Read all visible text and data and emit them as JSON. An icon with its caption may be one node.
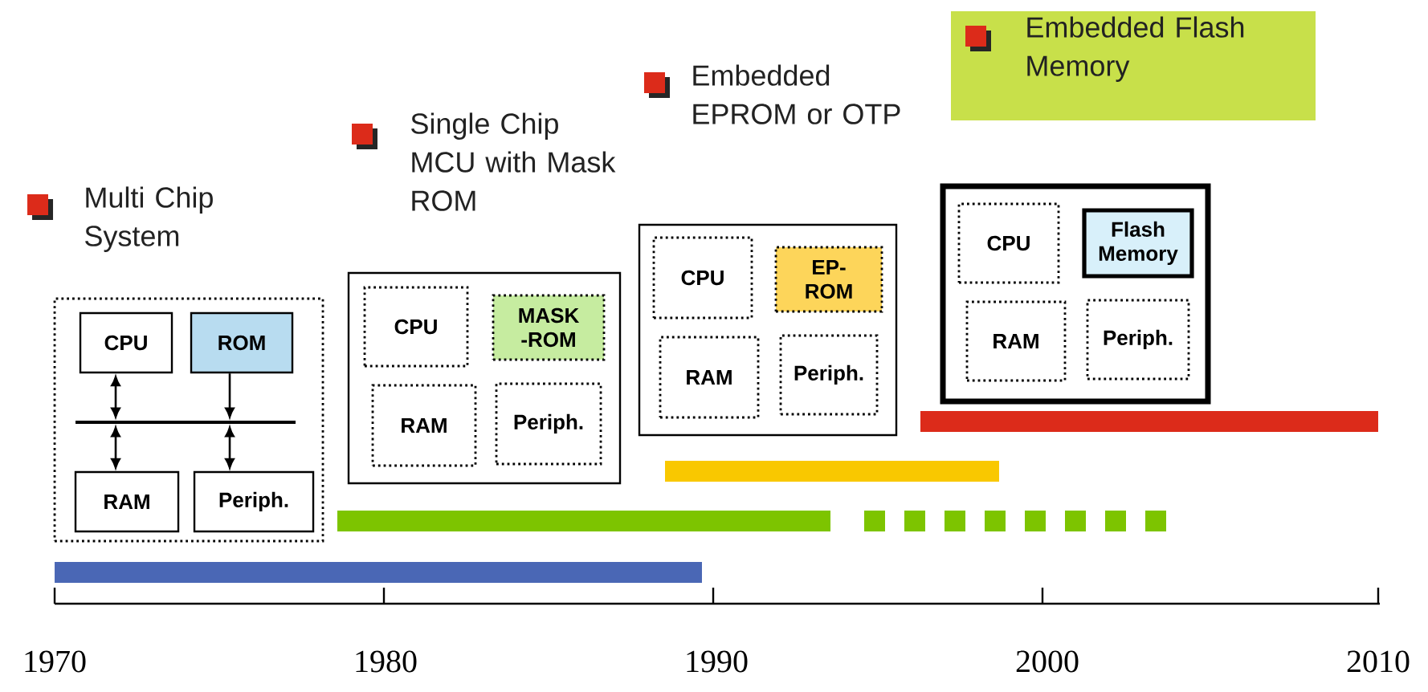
{
  "diagram": {
    "nodes": [
      {
        "text": [
          "Multi Chip System"
        ]
      },
      {
        "text": [
          "CPU"
        ],
        "in": 0
      },
      {
        "text": [
          "ROM"
        ],
        "in": 0
      },
      {
        "text": [],
        "shape": "bar",
        "in": 0
      },
      {
        "text": [
          "RAM"
        ],
        "in": 0
      },
      {
        "text": [
          "Periph."
        ],
        "in": 0
      },
      {
        "text": [
          "Single Chip MCU with Mask ROM"
        ]
      },
      {
        "text": [
          "CPU"
        ],
        "in": 6
      },
      {
        "text": [
          "MASK -ROM"
        ],
        "in": 6
      },
      {
        "text": [
          "RAM"
        ],
        "in": 6
      },
      {
        "text": [
          "Periph."
        ],
        "in": 6
      },
      {
        "text": [
          "Embedded EPROM or OTP"
        ]
      },
      {
        "text": [
          "CPU"
        ],
        "in": 11
      },
      {
        "text": [
          "EP- ROM"
        ],
        "in": 11
      },
      {
        "text": [
          "RAM"
        ],
        "in": 11
      },
      {
        "text": [
          "Periph."
        ],
        "in": 11
      },
      {
        "text": [
          "Embedded Flash Memory"
        ]
      },
      {
        "text": [],
        "shape": "box"
      },
      {
        "text": [
          "CPU"
        ],
        "in": 17
      },
      {
        "text": [
          "Flash Memory"
        ],
        "in": 17
      },
      {
        "text": [
          "RAM"
        ],
        "in": 17
      },
      {
        "text": [
          "Periph."
        ],
        "in": 17
      }
    ],
    "edges": [
      {
        "from": 1,
        "to": 3,
        "arrow": "both"
      },
      {
        "from": 2,
        "to": 3,
        "arrow": "to"
      },
      {
        "from": 3,
        "to": 4,
        "arrow": "both"
      },
      {
        "from": 3,
        "to": 5,
        "arrow": "both"
      }
    ],
    "labels": [
      "1970",
      "1980",
      "1990",
      "2000",
      "2010"
    ]
  }
}
